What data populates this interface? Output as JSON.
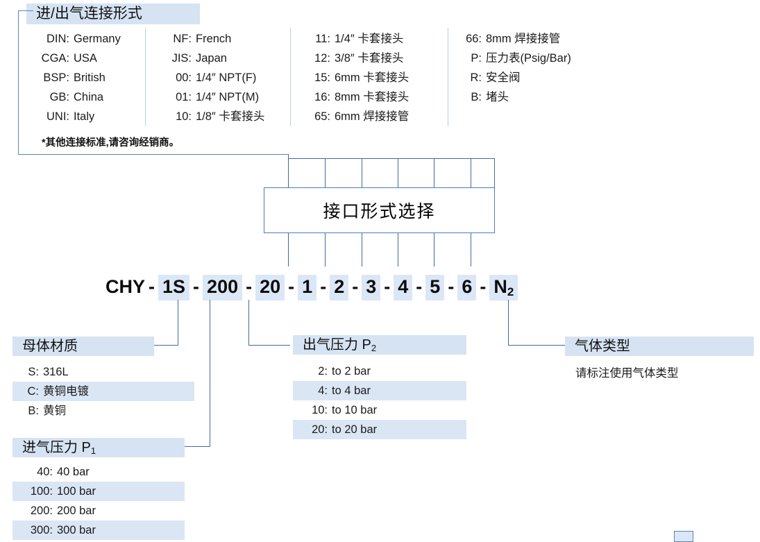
{
  "top_panel": {
    "title": "进/出气连接形式",
    "columns": [
      {
        "items": [
          {
            "key": "DIN:",
            "value": "Germany"
          },
          {
            "key": "CGA:",
            "value": "USA"
          },
          {
            "key": "BSP:",
            "value": "British"
          },
          {
            "key": "GB:",
            "value": "China"
          },
          {
            "key": "UNI:",
            "value": "Italy"
          }
        ]
      },
      {
        "items": [
          {
            "key": "NF:",
            "value": "French"
          },
          {
            "key": "JIS:",
            "value": "Japan"
          },
          {
            "key": "00:",
            "value": "1/4″ NPT(F)"
          },
          {
            "key": "01:",
            "value": "1/4″ NPT(M)"
          },
          {
            "key": "10:",
            "value": "1/8″  卡套接头"
          }
        ]
      },
      {
        "items": [
          {
            "key": "11:",
            "value": "1/4″  卡套接头"
          },
          {
            "key": "12:",
            "value": "3/8″  卡套接头"
          },
          {
            "key": "15:",
            "value": "6mm 卡套接头"
          },
          {
            "key": "16:",
            "value": "8mm 卡套接头"
          },
          {
            "key": "65:",
            "value": "6mm 焊接接管"
          }
        ]
      },
      {
        "items": [
          {
            "key": "66:",
            "value": "8mm 焊接接管"
          },
          {
            "key": "P:",
            "value": "压力表(Psig/Bar)"
          },
          {
            "key": "R:",
            "value": "安全阀"
          },
          {
            "key": "B:",
            "value": "堵头"
          }
        ]
      }
    ],
    "footnote": "*其他连接标准,请咨询经销商。"
  },
  "process_box": {
    "label": "接口形式选择"
  },
  "code": {
    "segments": [
      {
        "text": "CHY",
        "highlight": false
      },
      {
        "text": "1S",
        "highlight": true
      },
      {
        "text": "200",
        "highlight": true
      },
      {
        "text": "20",
        "highlight": true
      },
      {
        "text": "1",
        "highlight": true
      },
      {
        "text": "2",
        "highlight": true
      },
      {
        "text": "3",
        "highlight": true
      },
      {
        "text": "4",
        "highlight": true
      },
      {
        "text": "5",
        "highlight": true
      },
      {
        "text": "6",
        "highlight": true
      },
      {
        "text": "N",
        "sub": "2",
        "highlight": true
      }
    ],
    "separator": "-"
  },
  "material_panel": {
    "title": "母体材质",
    "items": [
      {
        "key": "S:",
        "value": "316L",
        "highlight": false
      },
      {
        "key": "C:",
        "value": "黄铜电镀",
        "highlight": true
      },
      {
        "key": "B:",
        "value": "黄铜",
        "highlight": false
      }
    ]
  },
  "inlet_panel": {
    "title": "进气压力 P",
    "title_sub": "1",
    "items": [
      {
        "key": "40:",
        "value": "40 bar",
        "highlight": false
      },
      {
        "key": "100:",
        "value": "100 bar",
        "highlight": true
      },
      {
        "key": "200:",
        "value": "200 bar",
        "highlight": false
      },
      {
        "key": "300:",
        "value": "300 bar",
        "highlight": true
      }
    ]
  },
  "outlet_panel": {
    "title": "出气压力 P",
    "title_sub": "2",
    "items": [
      {
        "key": "2:",
        "value": "to 2 bar",
        "highlight": false
      },
      {
        "key": "4:",
        "value": "to 4 bar",
        "highlight": true
      },
      {
        "key": "10:",
        "value": "to 10 bar",
        "highlight": false
      },
      {
        "key": "20:",
        "value": "to 20 bar",
        "highlight": true
      }
    ]
  },
  "gas_panel": {
    "title": "气体类型",
    "description": "请标注使用气体类型"
  },
  "colors": {
    "highlight": "#d6e3f3",
    "row_highlight": "#dbe6f5",
    "line": "#41699e",
    "box_border": "#4a7ebb"
  }
}
